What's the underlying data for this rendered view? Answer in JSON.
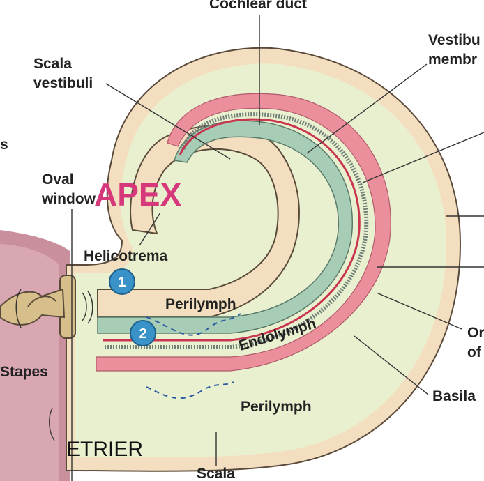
{
  "labels": {
    "cochlear_duct": "Cochlear duct",
    "vestibular_membrane_line1": "Vestibu",
    "vestibular_membrane_line2": "membr",
    "scala_vestibuli_line1": "Scala",
    "scala_vestibuli_line2": "vestibuli",
    "left_edge_fragment": "s",
    "oval_window_line1": "Oval",
    "oval_window_line2": "window",
    "apex": "APEX",
    "helicotrema": "Helicotrema",
    "perilymph_upper": "Perilymph",
    "endolymph": "Endolymph",
    "organ_line1": "Or",
    "organ_line2": "of",
    "stapes": "Stapes",
    "basilar": "Basila",
    "perilymph_lower": "Perilymph",
    "etrier": "ETRIER",
    "scala_bottom": "Scala"
  },
  "badges": [
    "1",
    "2"
  ],
  "colors": {
    "outer_wall": "#f3dfc0",
    "perilymph_fill": "#e9f0cf",
    "endolymph_fill": "#a8cdb6",
    "basilar_pink": "#ec8f9c",
    "membrane_red": "#c8364f",
    "middle_ear": "#c98f9c",
    "apex_text": "#d6397b",
    "badge_fill": "#3a93c8"
  }
}
